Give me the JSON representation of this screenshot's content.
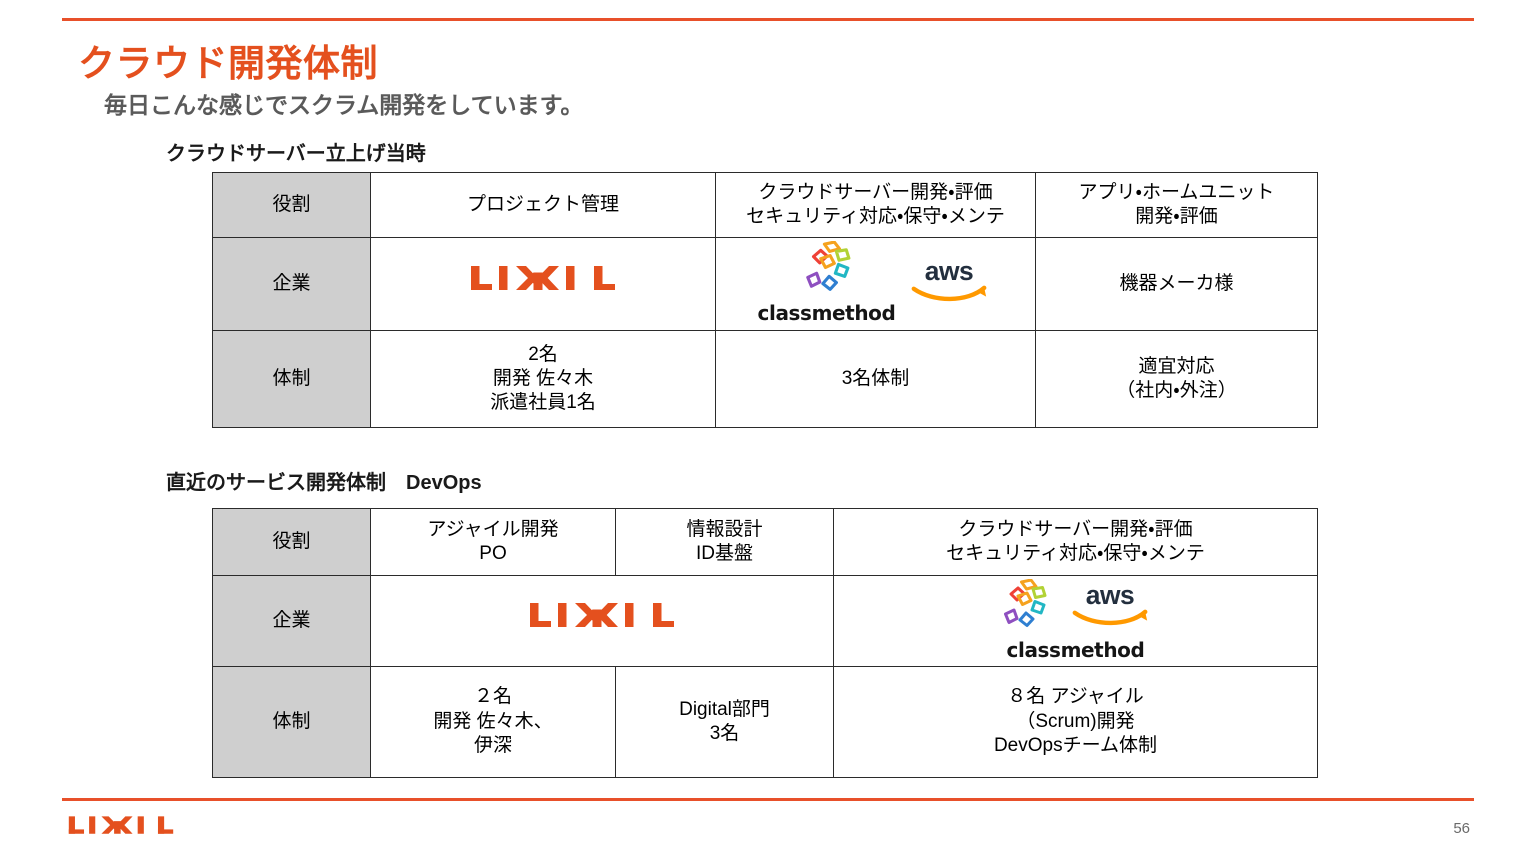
{
  "slide": {
    "title": "クラウド開発体制",
    "subtitle": "毎日こんな感じでスクラム開発をしています。",
    "page_number": "56",
    "accent_color": "#E4501E",
    "rule_color": "#E8502A",
    "header_cell_bg": "#CFCFCF"
  },
  "sections": [
    {
      "heading": "クラウドサーバー立上げ当時"
    },
    {
      "heading": "直近のサービス開発体制　DevOps"
    }
  ],
  "table1": {
    "row_labels": [
      "役割",
      "企業",
      "体制"
    ],
    "roles": [
      "プロジェクト管理",
      "クラウドサーバー開発・評価\nセキュリティ対応・保守・メンテ",
      "アプリ・ホームユニット\n開発・評価"
    ],
    "roles_lines": {
      "col1": [
        "プロジェクト管理"
      ],
      "col2": [
        "クラウドサーバー開発・評価",
        "セキュリティ対応・保守・メンテ"
      ],
      "col3": [
        "アプリ・ホームユニット",
        "開発・評価"
      ]
    },
    "companies": {
      "col1_logo": "lixil-logo",
      "col2_logos": [
        "classmethod-logo",
        "aws-logo"
      ],
      "col2_wordmark": "classmethod",
      "col3_text": "機器メーカ様"
    },
    "structure": {
      "col1_lines": [
        "2名",
        "開発 佐々木",
        "派遣社員1名"
      ],
      "col2_lines": [
        "3名体制"
      ],
      "col3_lines": [
        "適宜対応",
        "（社内・外注）"
      ]
    }
  },
  "table2": {
    "row_labels": [
      "役割",
      "企業",
      "体制"
    ],
    "roles_lines": {
      "col1": [
        "アジャイル開発",
        "PO"
      ],
      "col2": [
        "情報設計",
        "ID基盤"
      ],
      "col3": [
        "クラウドサーバー開発・評価",
        "セキュリティ対応・保守・メンテ"
      ]
    },
    "companies": {
      "merged_logo": "lixil-logo",
      "col3_logos": [
        "classmethod-logo",
        "aws-logo"
      ],
      "col3_wordmark": "classmethod"
    },
    "structure": {
      "col1_lines": [
        "２名",
        "開発 佐々木、",
        "伊深"
      ],
      "col2_lines": [
        "Digital部門",
        "3名"
      ],
      "col3_lines": [
        "８名 アジャイル",
        "（Scrum)開発",
        "DevOpsチーム体制"
      ]
    }
  },
  "footer": {
    "logo": "lixil-logo"
  }
}
